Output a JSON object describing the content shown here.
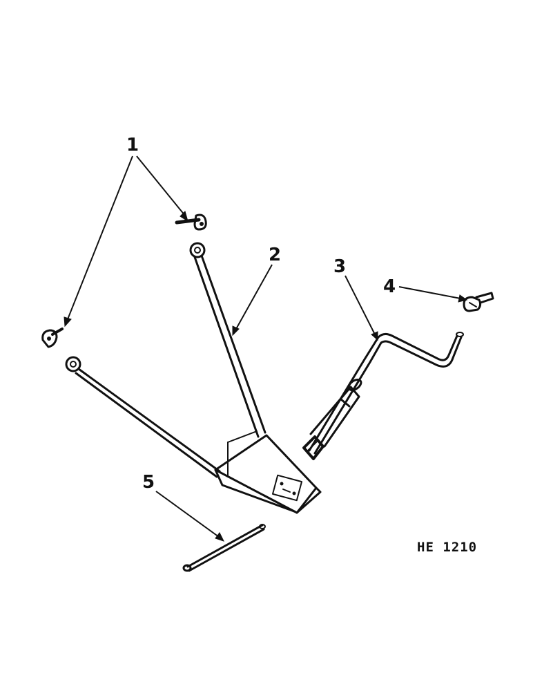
{
  "callouts": {
    "c1": "1",
    "c2": "2",
    "c3": "3",
    "c4": "4",
    "c5": "5"
  },
  "figure_code": "HE 1210",
  "parts": [
    {
      "ref": "1",
      "icon": "clip-icon"
    },
    {
      "ref": "2",
      "icon": "jack-stand-icon"
    },
    {
      "ref": "3",
      "icon": "crank-handle-icon"
    },
    {
      "ref": "4",
      "icon": "clip-icon"
    },
    {
      "ref": "5",
      "icon": "pin-icon"
    }
  ],
  "colors": {
    "ink": "#111111",
    "paper": "#ffffff"
  }
}
